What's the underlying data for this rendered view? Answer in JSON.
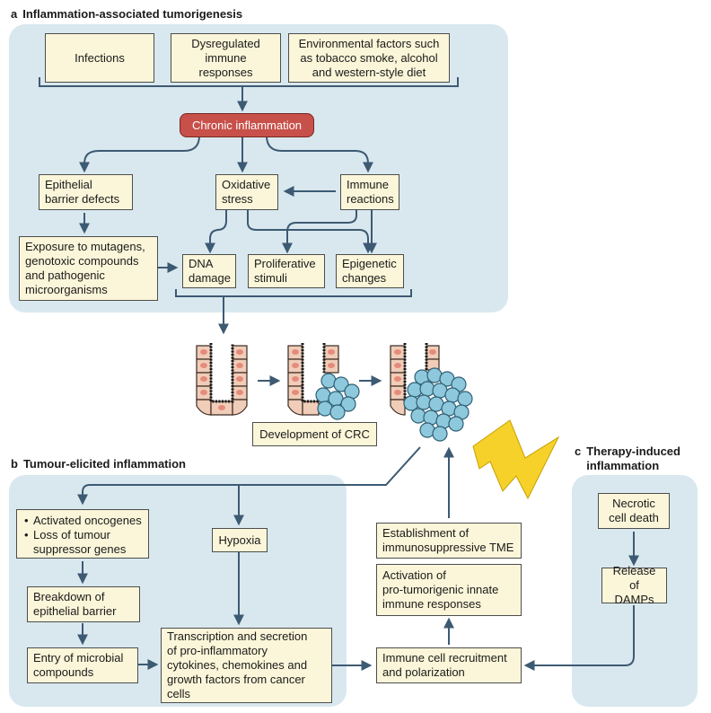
{
  "panel_a": {
    "letter": "a",
    "title": "Inflammation-associated tumorigenesis",
    "cause_infections": "Infections",
    "cause_immune": "Dysregulated\nimmune responses",
    "cause_environment": "Environmental factors such\nas tobacco smoke, alcohol\nand western-style diet",
    "chronic_inflammation": "Chronic inflammation",
    "epithelial_barrier": "Epithelial\nbarrier defects",
    "oxidative_stress": "Oxidative\nstress",
    "immune_reactions": "Immune\nreactions",
    "exposure": "Exposure to mutagens,\ngenotoxic compounds\nand pathogenic\nmicroorganisms",
    "dna_damage": "DNA\ndamage",
    "proliferative": "Proliferative\nstimuli",
    "epigenetic": "Epigenetic\nchanges"
  },
  "crc": {
    "label": "Development of CRC"
  },
  "panel_b": {
    "letter": "b",
    "title": "Tumour-elicited inflammation",
    "bullets": [
      "Activated oncogenes",
      "Loss of tumour\nsuppressor genes"
    ],
    "hypoxia": "Hypoxia",
    "breakdown": "Breakdown of\nepithelial barrier",
    "entry": "Entry of microbial\ncompounds",
    "transcription": "Transcription and secretion\nof pro-inflammatory\ncytokines, chemokines and\ngrowth factors from cancer\ncells",
    "establishment": "Establishment of\nimmunosuppressive TME",
    "activation": "Activation of\npro-tumorigenic innate\nimmune responses",
    "recruitment": "Immune cell recruitment\nand polarization"
  },
  "panel_c": {
    "letter": "c",
    "title": "Therapy-induced\ninflammation",
    "necrotic": "Necrotic\ncell death",
    "damps": "Release of\nDAMPs"
  },
  "colors": {
    "panel": "#d9e8ef",
    "box": "#fbf6d9",
    "chronic": "#c8504a",
    "arrow": "#3d5a73",
    "tumour_cell": "#8ec8dd",
    "crypt_cell": "#f0cdb8",
    "nucleus": "#e58b7c",
    "lightning": "#f6d12a"
  }
}
